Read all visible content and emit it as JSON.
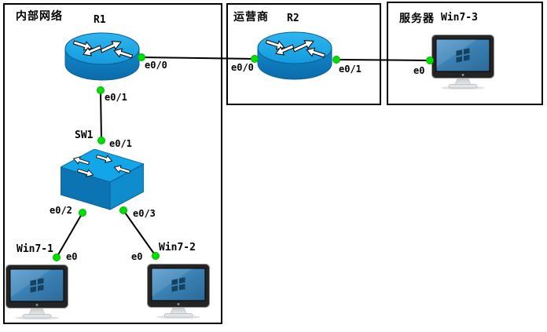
{
  "groups": {
    "internal": {
      "label": "内部网络"
    },
    "isp": {
      "label": "运营商"
    },
    "server": {
      "label": "服务器"
    }
  },
  "devices": {
    "r1": {
      "label": "R1",
      "type": "router",
      "ports": {
        "e0_0": "e0/0",
        "e0_1": "e0/1"
      }
    },
    "r2": {
      "label": "R2",
      "type": "router",
      "ports": {
        "e0_0": "e0/0",
        "e0_1": "e0/1"
      }
    },
    "sw1": {
      "label": "SW1",
      "type": "switch",
      "ports": {
        "e0_1": "e0/1",
        "e0_2": "e0/2",
        "e0_3": "e0/3"
      }
    },
    "win7_1": {
      "label": "Win7-1",
      "type": "pc",
      "ports": {
        "e0": "e0"
      }
    },
    "win7_2": {
      "label": "Win7-2",
      "type": "pc",
      "ports": {
        "e0": "e0"
      }
    },
    "win7_3": {
      "label": "Win7-3",
      "type": "pc",
      "ports": {
        "e0": "e0"
      }
    }
  },
  "links": [
    {
      "from": "R1 e0/0",
      "to": "R2 e0/0",
      "status": "up"
    },
    {
      "from": "R2 e0/1",
      "to": "Win7-3 e0",
      "status": "up"
    },
    {
      "from": "R1 e0/1",
      "to": "SW1 e0/1",
      "status": "up"
    },
    {
      "from": "SW1 e0/2",
      "to": "Win7-1 e0",
      "status": "up"
    },
    {
      "from": "SW1 e0/3",
      "to": "Win7-2 e0",
      "status": "up"
    }
  ],
  "icons": {
    "router": "router-icon",
    "switch": "switch-icon",
    "pc": "monitor-icon",
    "port_status": "port-status-dot"
  },
  "colors": {
    "device_blue_top": "#1ba6e8",
    "device_blue_body": "#0e7fc2",
    "port_up_green": "#00e000",
    "link": "#000000",
    "screen_blue": "#3579ad",
    "box_border": "#000000"
  }
}
